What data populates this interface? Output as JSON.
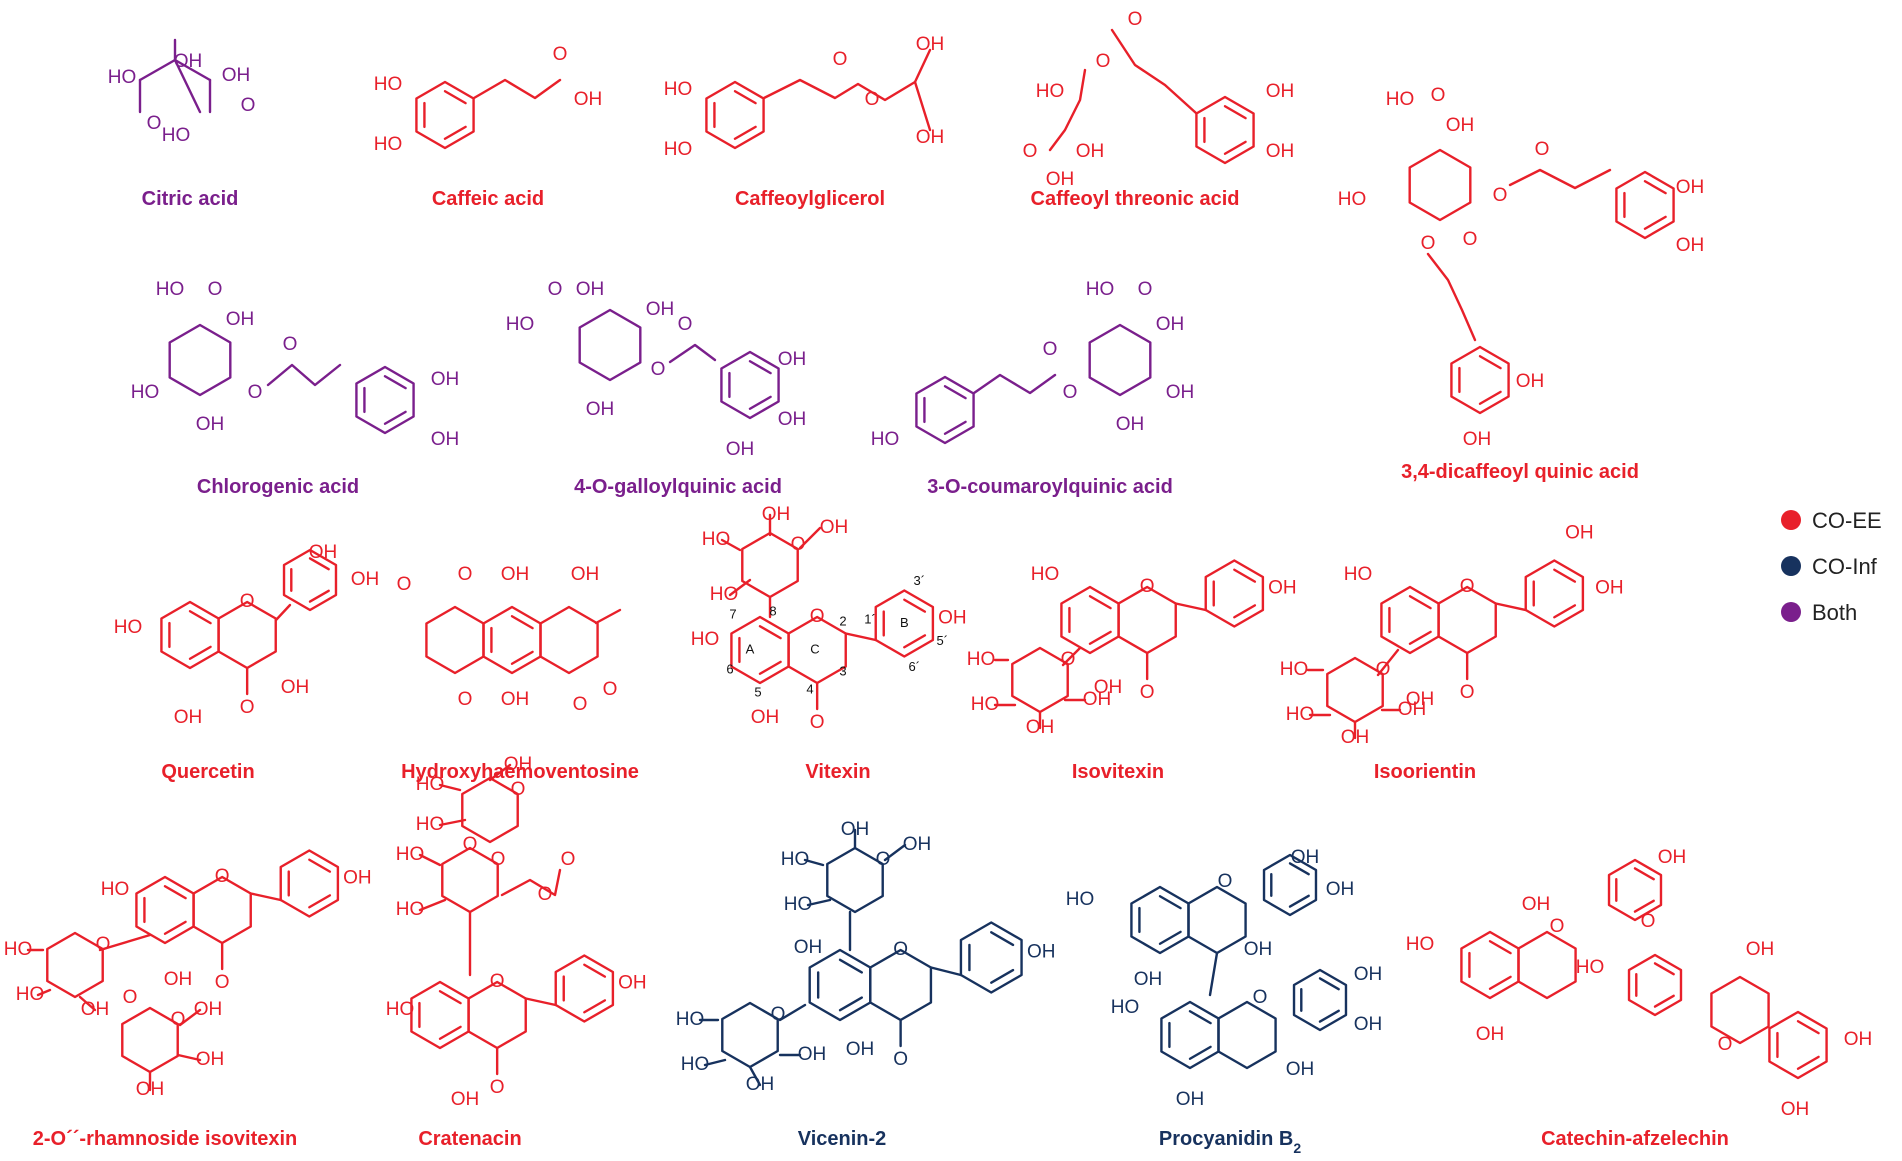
{
  "colors": {
    "co_ee": "#e8202a",
    "co_inf": "#17325e",
    "both": "#7a1f8c"
  },
  "legend": [
    {
      "label": "CO-EE",
      "color": "#e8202a"
    },
    {
      "label": "CO-Inf",
      "color": "#17325e"
    },
    {
      "label": "Both",
      "color": "#7a1f8c"
    }
  ],
  "compounds": [
    {
      "name": "Citric acid",
      "group": "both"
    },
    {
      "name": "Caffeic acid",
      "group": "co_ee"
    },
    {
      "name": "Caffeoylglicerol",
      "group": "co_ee"
    },
    {
      "name": "Caffeoyl threonic acid",
      "group": "co_ee"
    },
    {
      "name": "3,4-dicaffeoyl quinic acid",
      "group": "co_ee"
    },
    {
      "name": "Chlorogenic acid",
      "group": "both"
    },
    {
      "name": "4-O-galloylquinic acid",
      "group": "both"
    },
    {
      "name": "3-O-coumaroylquinic acid",
      "group": "both"
    },
    {
      "name": "Quercetin",
      "group": "co_ee"
    },
    {
      "name": "Hydroxyhaemoventosine",
      "group": "co_ee"
    },
    {
      "name": "Vitexin",
      "group": "co_ee"
    },
    {
      "name": "Isovitexin",
      "group": "co_ee"
    },
    {
      "name": "Isoorientin",
      "group": "co_ee"
    },
    {
      "name": "2-O´´-rhamnoside isovitexin",
      "group": "co_ee"
    },
    {
      "name": "Cratenacin",
      "group": "co_ee"
    },
    {
      "name": "Vicenin-2",
      "group": "co_inf"
    },
    {
      "name": "Procyanidin B",
      "subscript": "2",
      "group": "co_inf"
    },
    {
      "name": "Catechin-afzelechin",
      "group": "co_ee"
    }
  ],
  "atom_labels": {
    "oh": "OH",
    "ho": "HO",
    "o": "O"
  },
  "vitexin_numbering": [
    "A",
    "B",
    "C",
    "2",
    "3",
    "4",
    "5",
    "6",
    "7",
    "8",
    "1´",
    "3´",
    "5´",
    "6´"
  ]
}
